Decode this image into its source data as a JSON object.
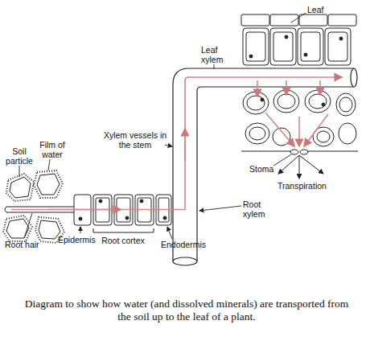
{
  "diagram": {
    "caption": "Diagram to show how water (and dissolved minerals) are transported from the soil up to the leaf of a plant.",
    "labels": [
      "Leaf",
      "Leaf xylem",
      "Xylem vessels in the stem",
      "Soil particle",
      "Film of water",
      "Root hair",
      "Epidermis",
      "Root cortex",
      "Endodermis",
      "Stoma",
      "Transpiration",
      "Root xylem"
    ]
  }
}
